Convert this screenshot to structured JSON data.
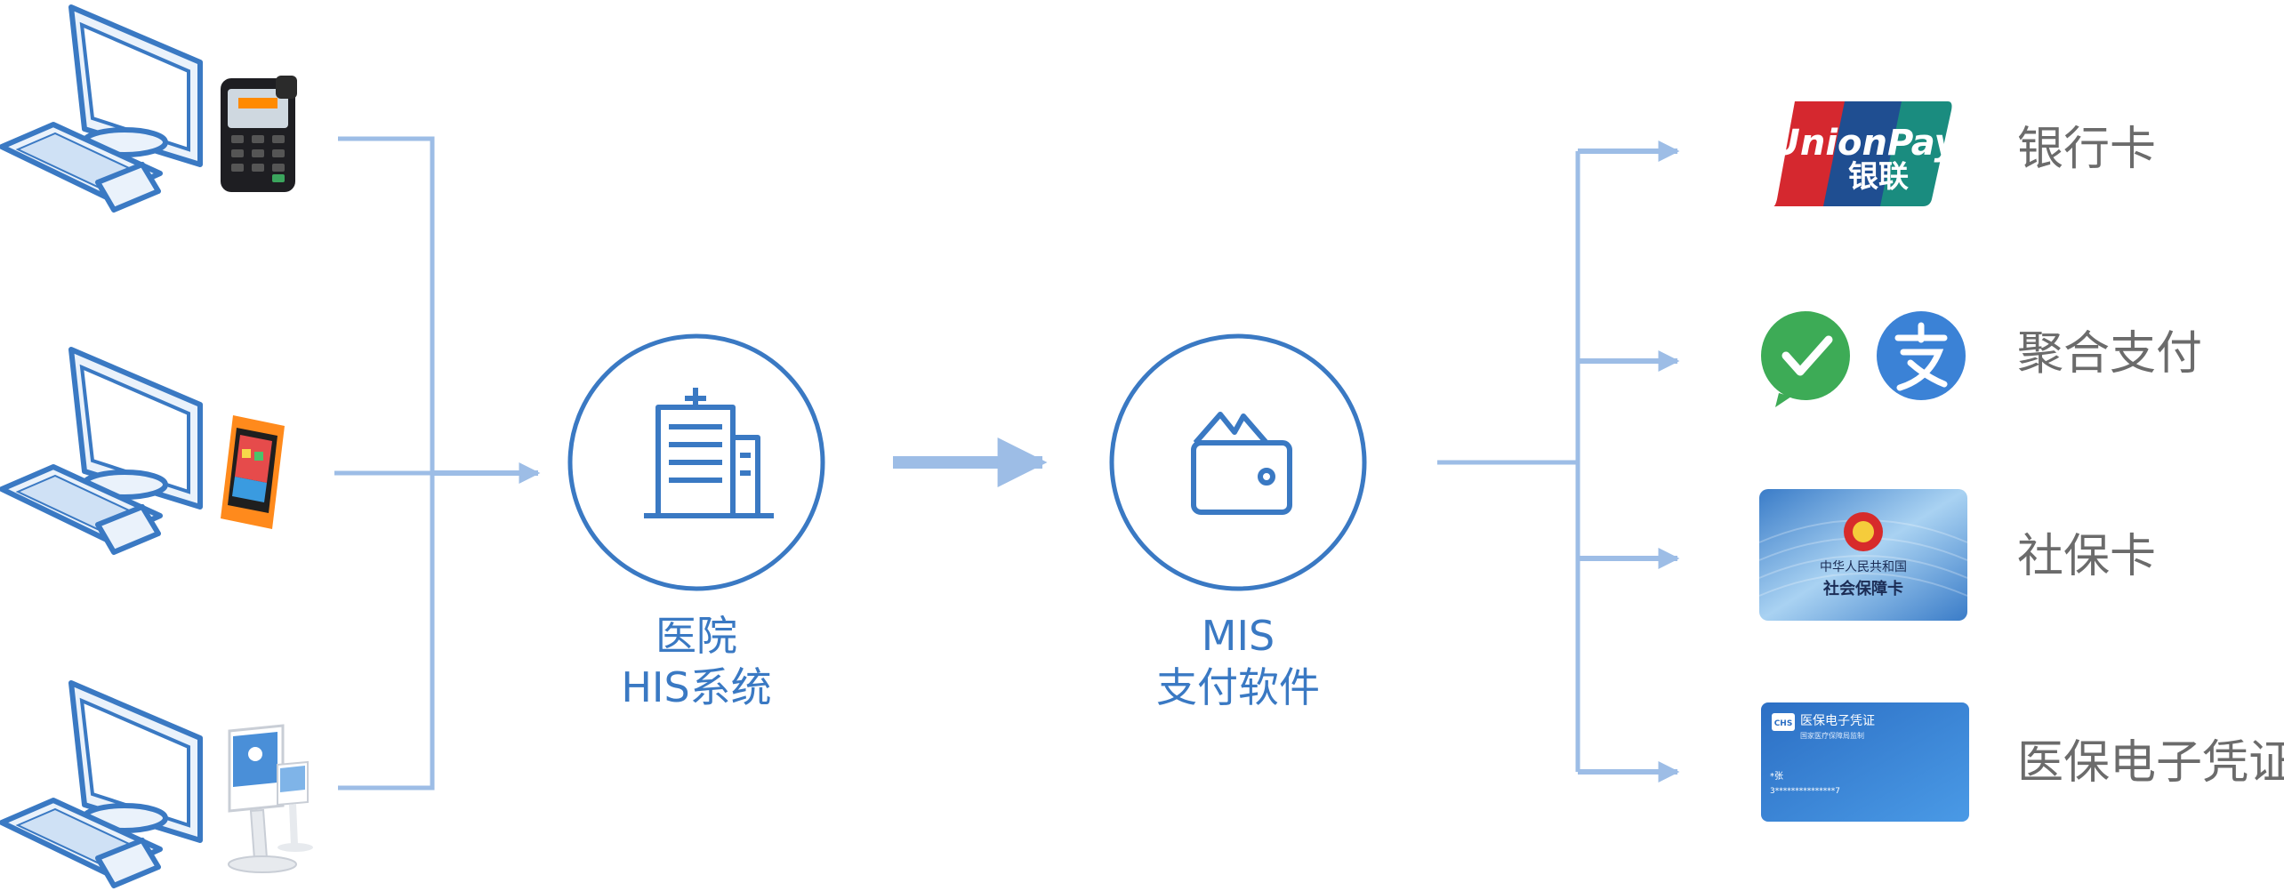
{
  "nodes": {
    "his": {
      "line1": "医院",
      "line2": "HIS系统"
    },
    "mis": {
      "line1": "MIS",
      "line2": "支付软件"
    }
  },
  "payments": [
    {
      "label": "银行卡",
      "icon": "unionpay-logo"
    },
    {
      "label": "聚合支付",
      "icon": "wechat-alipay-icons"
    },
    {
      "label": "社保卡",
      "icon": "social-security-card"
    },
    {
      "label": "医保电子凭证",
      "icon": "medical-insurance-e-voucher"
    }
  ],
  "terminals": [
    "computer-with-pos-terminal",
    "computer-with-smart-pos",
    "computer-with-self-service-kiosk"
  ],
  "cards": {
    "unionpay": {
      "brand": "UnionPay",
      "cn": "银联"
    },
    "social": {
      "line1": "中华人民共和国",
      "line2": "社会保障卡"
    },
    "voucher": {
      "title": "医保电子凭证",
      "subtitle": "国家医疗保障局监制",
      "badge": "CHS",
      "name": "*张",
      "number": "3***************7"
    }
  },
  "colors": {
    "accent": "#3a79c3",
    "connector": "#9dbde6",
    "label": "#6b6b6b"
  }
}
